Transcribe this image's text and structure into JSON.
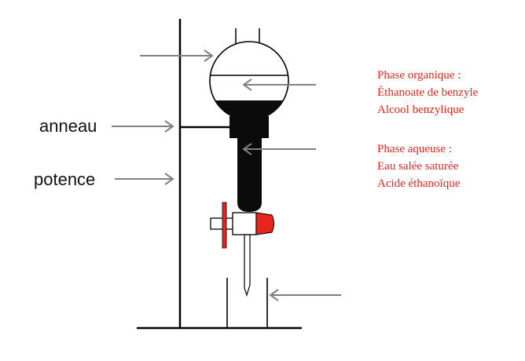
{
  "labels": {
    "ring": "anneau",
    "stand": "potence"
  },
  "organic_phase": {
    "title": "Phase organique :",
    "items": [
      "Éthanoate de benzyle",
      "Alcool benzylique"
    ]
  },
  "aqueous_phase": {
    "title": "Phase aqueuse :",
    "items": [
      "Eau salée saturée",
      "Acide éthanoïque"
    ]
  },
  "colors": {
    "line": "#000000",
    "arrow": "#808080",
    "annotation": "#e8251c",
    "stopcock_tip": "#e8251c",
    "dark_liquid": "#0b0b0b"
  }
}
